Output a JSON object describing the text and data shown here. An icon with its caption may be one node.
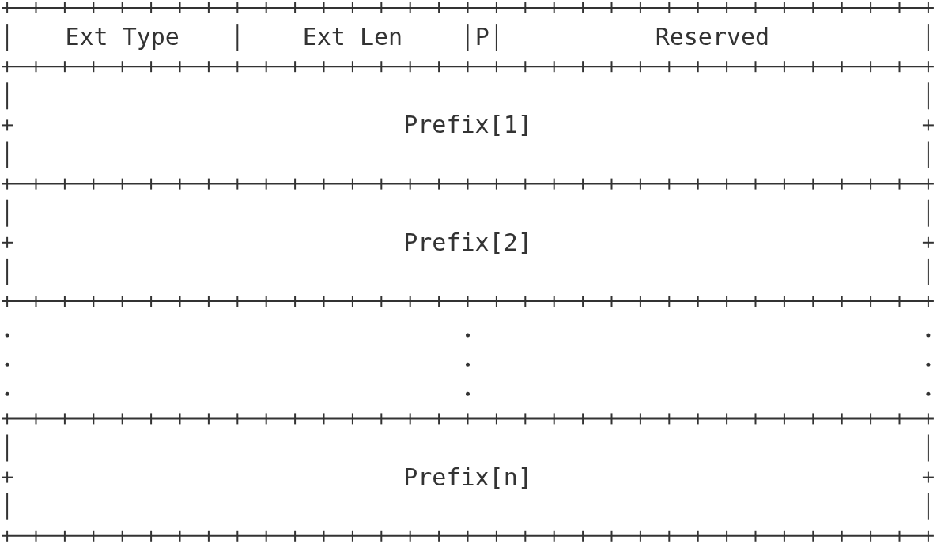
{
  "diagram": {
    "nodes": [
      {
        "text": [
          "Ext Type"
        ]
      },
      {
        "text": [
          "Ext Len"
        ]
      },
      {
        "text": [
          "P"
        ]
      },
      {
        "text": [
          "Reserved"
        ]
      },
      {
        "text": [
          "Prefix[1]"
        ]
      },
      {
        "text": [
          "Prefix[2]"
        ]
      },
      {
        "text": [
          "Prefix[n]"
        ]
      }
    ]
  }
}
